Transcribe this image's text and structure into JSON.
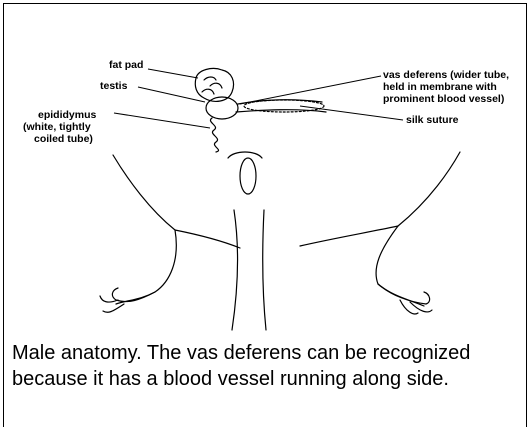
{
  "labels": {
    "fat_pad": "fat pad",
    "testis": "testis",
    "epididymus_1": "epididymus",
    "epididymus_2": "(white, tightly",
    "epididymus_3": "coiled tube)",
    "vas_1": "vas deferens (wider tube,",
    "vas_2": "held in membrane with",
    "vas_3": "prominent blood vessel)",
    "silk_suture": "silk suture"
  },
  "caption": "Male anatomy.  The vas deferens can be recognized because it has a blood vessel running along side.",
  "colors": {
    "ink": "#000000",
    "background": "#ffffff"
  }
}
